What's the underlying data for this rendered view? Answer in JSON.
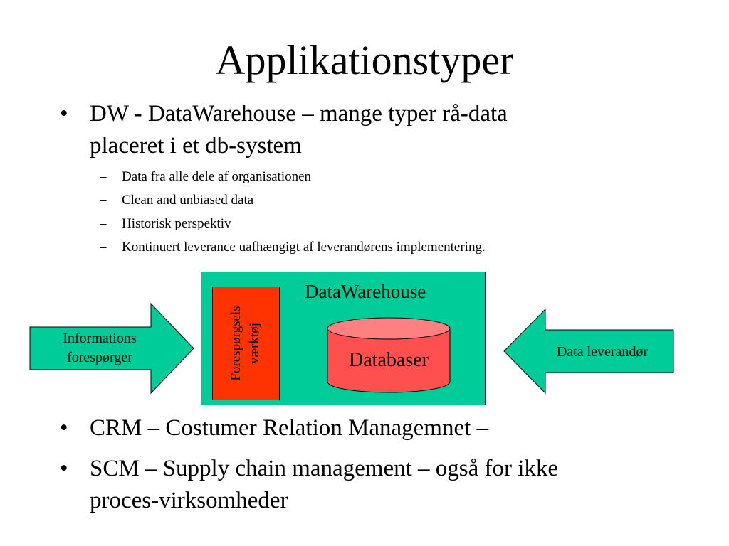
{
  "slide": {
    "title": "Applikationstyper"
  },
  "bullets_top": [
    {
      "symbol": "•",
      "lines": [
        "DW - DataWarehouse – mange typer rå-data",
        "placeret i et db-system"
      ]
    }
  ],
  "sub_bullets": [
    {
      "symbol": "–",
      "text": "Data fra alle dele af organisationen"
    },
    {
      "symbol": "–",
      "text": "Clean and unbiased data"
    },
    {
      "symbol": "–",
      "text": "Historisk perspektiv"
    },
    {
      "symbol": "–",
      "text": "Kontinuert leverance uafhængigt af leverandørens implementering."
    }
  ],
  "diagram": {
    "container_label": "DataWarehouse",
    "tool_lines": [
      "Forespørgsels",
      "værktøj"
    ],
    "database_label": "Databaser",
    "left_arrow_lines": [
      "Informations",
      "forespørger"
    ],
    "right_arrow_label": "Data leverandør",
    "colors": {
      "container": "#00cc99",
      "tool": "#ff3300",
      "database_body": "#ff5050",
      "database_top": "#ff8080",
      "arrows": "#00cc99"
    }
  },
  "bullets_bottom": [
    {
      "symbol": "•",
      "lines": [
        "CRM – Costumer Relation Managemnet –"
      ]
    },
    {
      "symbol": "•",
      "lines": [
        "SCM – Supply chain management – også for ikke",
        "proces-virksomheder"
      ]
    }
  ]
}
